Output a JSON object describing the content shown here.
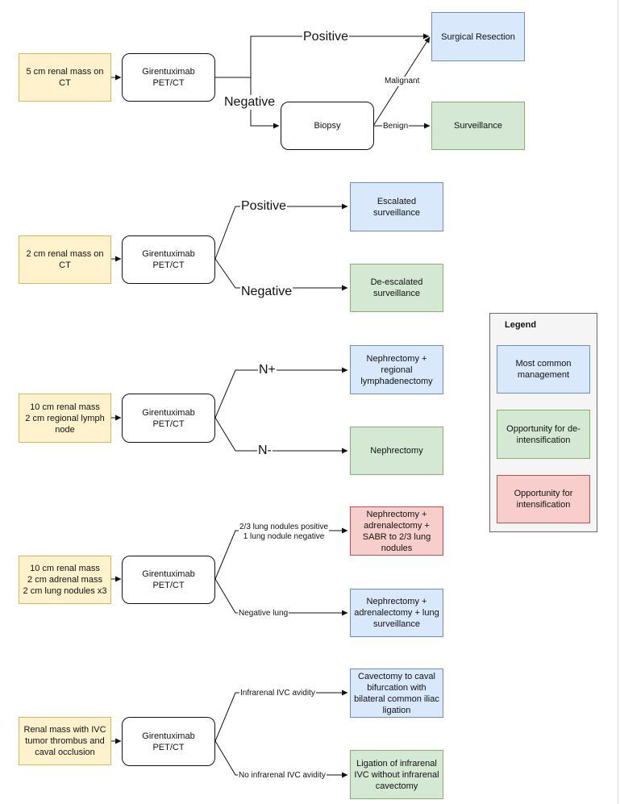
{
  "flows": [
    {
      "input": "5 cm renal mass on\nCT",
      "test": "Girentuximab PET/CT",
      "biopsy": "Biopsy",
      "outcomes": {
        "positive_label": "Positive",
        "negative_label": "Negative",
        "malignant_label": "Malignant",
        "benign_label": "Benign",
        "surgical": "Surgical Resection",
        "surveillance": "Surveillance"
      }
    },
    {
      "input": "2 cm renal mass on\nCT",
      "test": "Girentuximab PET/CT",
      "outcomes": [
        {
          "label": "Positive",
          "result": "Escalated\nsurveillance"
        },
        {
          "label": "Negative",
          "result": "De-escalated\nsurveillance"
        }
      ]
    },
    {
      "input": "10 cm renal mass\n2 cm regional lymph\nnode",
      "test": "Girentuximab PET/CT",
      "outcomes": [
        {
          "label": "N+",
          "result": "Nephrectomy +\nregional\nlymphadenectomy"
        },
        {
          "label": "N-",
          "result": "Nephrectomy"
        }
      ]
    },
    {
      "input": "10 cm renal mass\n2 cm adrenal mass\n2 cm lung nodules x3",
      "test": "Girentuximab PET/CT",
      "outcomes": [
        {
          "label": "2/3 lung nodules positive\n1 lung nodule negative",
          "result": "Nephrectomy +\nadrenalectomy +\nSABR to 2/3 lung\nnodules"
        },
        {
          "label": "Negative lung",
          "result": "Nephrectomy +\nadrenalectomy + lung\nsurveillance"
        }
      ]
    },
    {
      "input": "Renal mass with IVC\ntumor thrombus and\ncaval occlusion",
      "test": "Girentuximab PET/CT",
      "outcomes": [
        {
          "label": "Infrarenal IVC avidity",
          "result": "Cavectomy to caval\nbifurcation with\nbilateral common iliac\nligation"
        },
        {
          "label": "No infrarenal IVC avidity",
          "result": "Ligation of infrarenal\nIVC without infrarenal\ncavectomy"
        }
      ]
    }
  ],
  "legend": {
    "title": "Legend",
    "items": [
      {
        "label": "Most common\nmanagement",
        "color": "#dae8fc"
      },
      {
        "label": "Opportunity for de-\nintensification",
        "color": "#d5e8d4"
      },
      {
        "label": "Opportunity for\nintensification",
        "color": "#f8cecc"
      }
    ]
  }
}
